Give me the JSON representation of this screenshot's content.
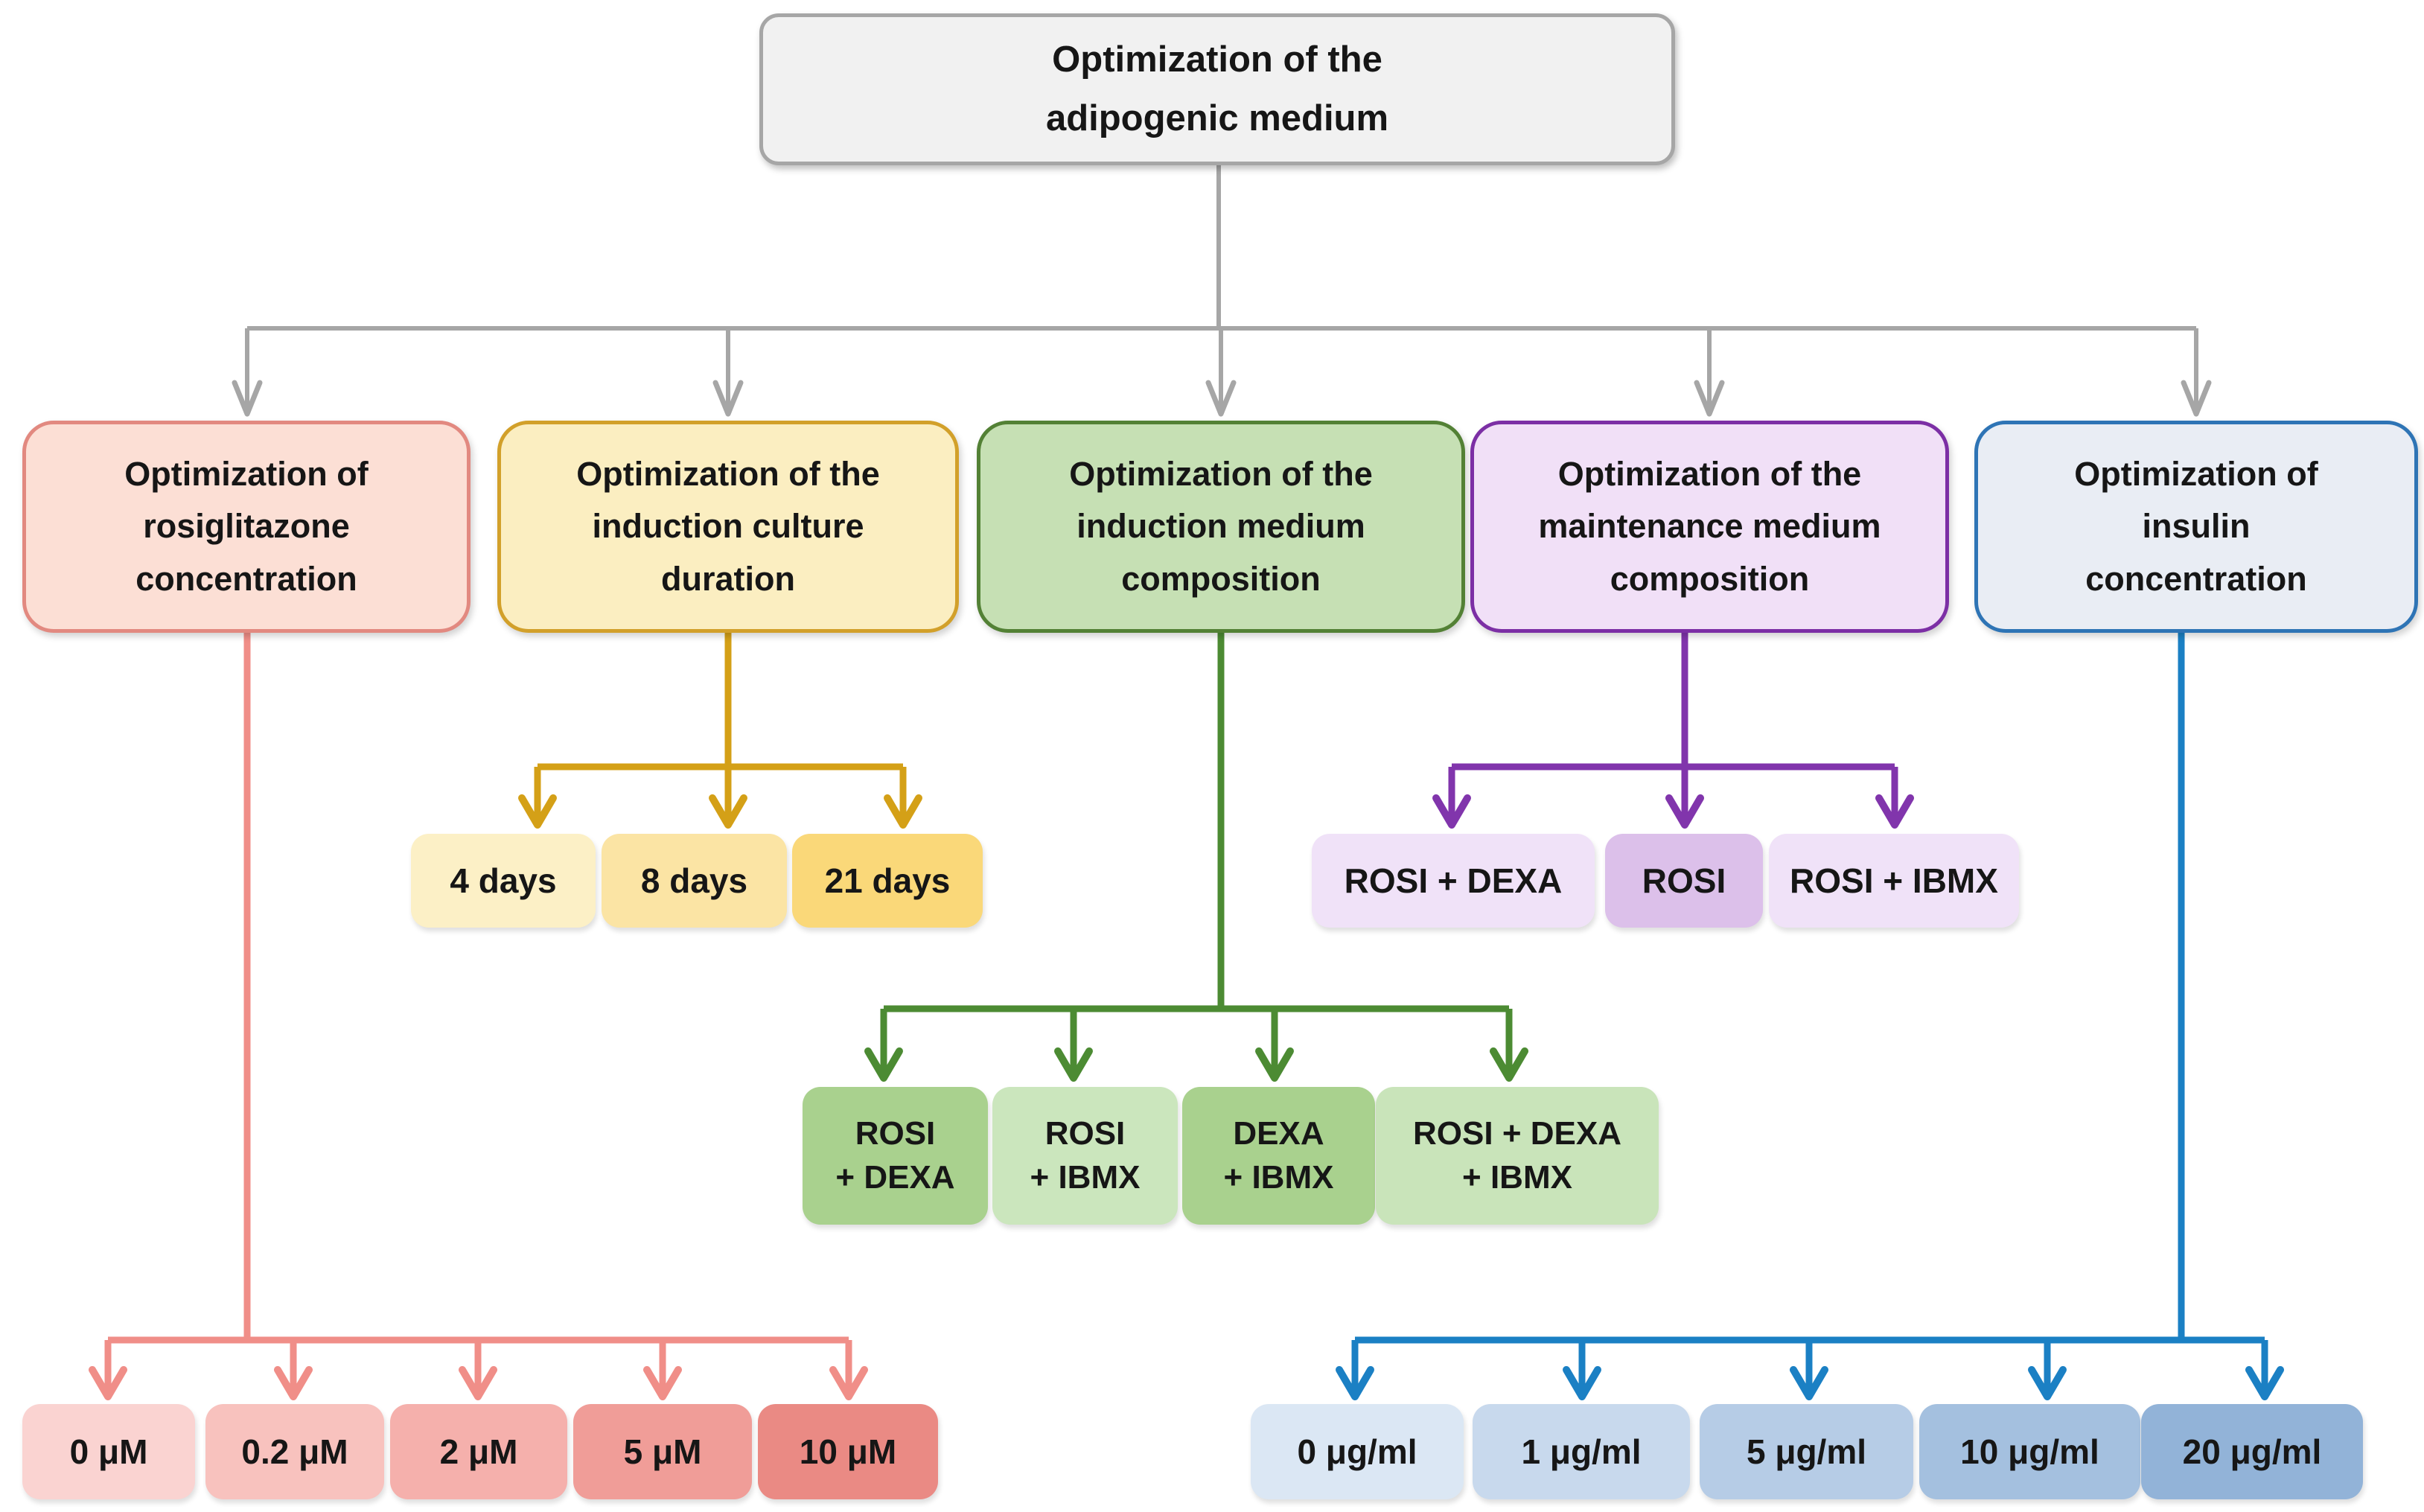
{
  "background": "#FFFFFF",
  "text_color": "#161616",
  "root": {
    "label": "Optimization of the\nadipogenic medium",
    "fill": "#F1F1F1",
    "border": "#A6A6A6",
    "line": "#A6A6A6"
  },
  "branches": [
    {
      "id": "rosiglitazone-concentration",
      "label": "Optimization of\nrosiglitazone\nconcentration",
      "fill": "#FCDFD5",
      "border": "#E28980",
      "line": "#F08E88",
      "children": [
        {
          "label": "0 μM",
          "fill": "#FAD3D1"
        },
        {
          "label": "0.2 μM",
          "fill": "#F8C2BE"
        },
        {
          "label": "2 μM",
          "fill": "#F5B0AC"
        },
        {
          "label": "5 μM",
          "fill": "#F09D98"
        },
        {
          "label": "10 μM",
          "fill": "#EA8A84"
        }
      ]
    },
    {
      "id": "induction-culture-duration",
      "label": "Optimization of the\ninduction culture\nduration",
      "fill": "#FBEEC1",
      "border": "#D2A02A",
      "line": "#D4A017",
      "children": [
        {
          "label": "4 days",
          "fill": "#FCF0C6"
        },
        {
          "label": "8 days",
          "fill": "#FBE4A4"
        },
        {
          "label": "21 days",
          "fill": "#FAD879"
        }
      ]
    },
    {
      "id": "induction-medium-composition",
      "label": "Optimization of the\ninduction medium\ncomposition",
      "fill": "#C6E0B4",
      "border": "#538135",
      "line": "#4C8B33",
      "children": [
        {
          "label": "ROSI\n+ DEXA",
          "fill": "#A9D18E"
        },
        {
          "label": "ROSI\n+ IBMX",
          "fill": "#CBE6BD"
        },
        {
          "label": "DEXA\n+ IBMX",
          "fill": "#A9D18E"
        },
        {
          "label": "ROSI + DEXA\n+ IBMX",
          "fill": "#C9E4BA"
        }
      ]
    },
    {
      "id": "maintenance-medium-composition",
      "label": "Optimization of the\nmaintenance medium\ncomposition",
      "fill": "#F1E0F7",
      "border": "#7C2FA5",
      "line": "#8135AC",
      "children": [
        {
          "label": "ROSI + DEXA",
          "fill": "#F0E2F8"
        },
        {
          "label": "ROSI",
          "fill": "#DCC0EA"
        },
        {
          "label": "ROSI + IBMX",
          "fill": "#F0E2F8"
        }
      ]
    },
    {
      "id": "insulin-concentration",
      "label": "Optimization of\ninsulin\nconcentration",
      "fill": "#E9EDF4",
      "border": "#2E74B5",
      "line": "#1B80C4",
      "children": [
        {
          "label": "0 μg/ml",
          "fill": "#DBE7F4"
        },
        {
          "label": "1 μg/ml",
          "fill": "#C8D9ED"
        },
        {
          "label": "5 μg/ml",
          "fill": "#B6CCE6"
        },
        {
          "label": "10 μg/ml",
          "fill": "#A4C0DF"
        },
        {
          "label": "20 μg/ml",
          "fill": "#92B3D8"
        }
      ]
    }
  ]
}
